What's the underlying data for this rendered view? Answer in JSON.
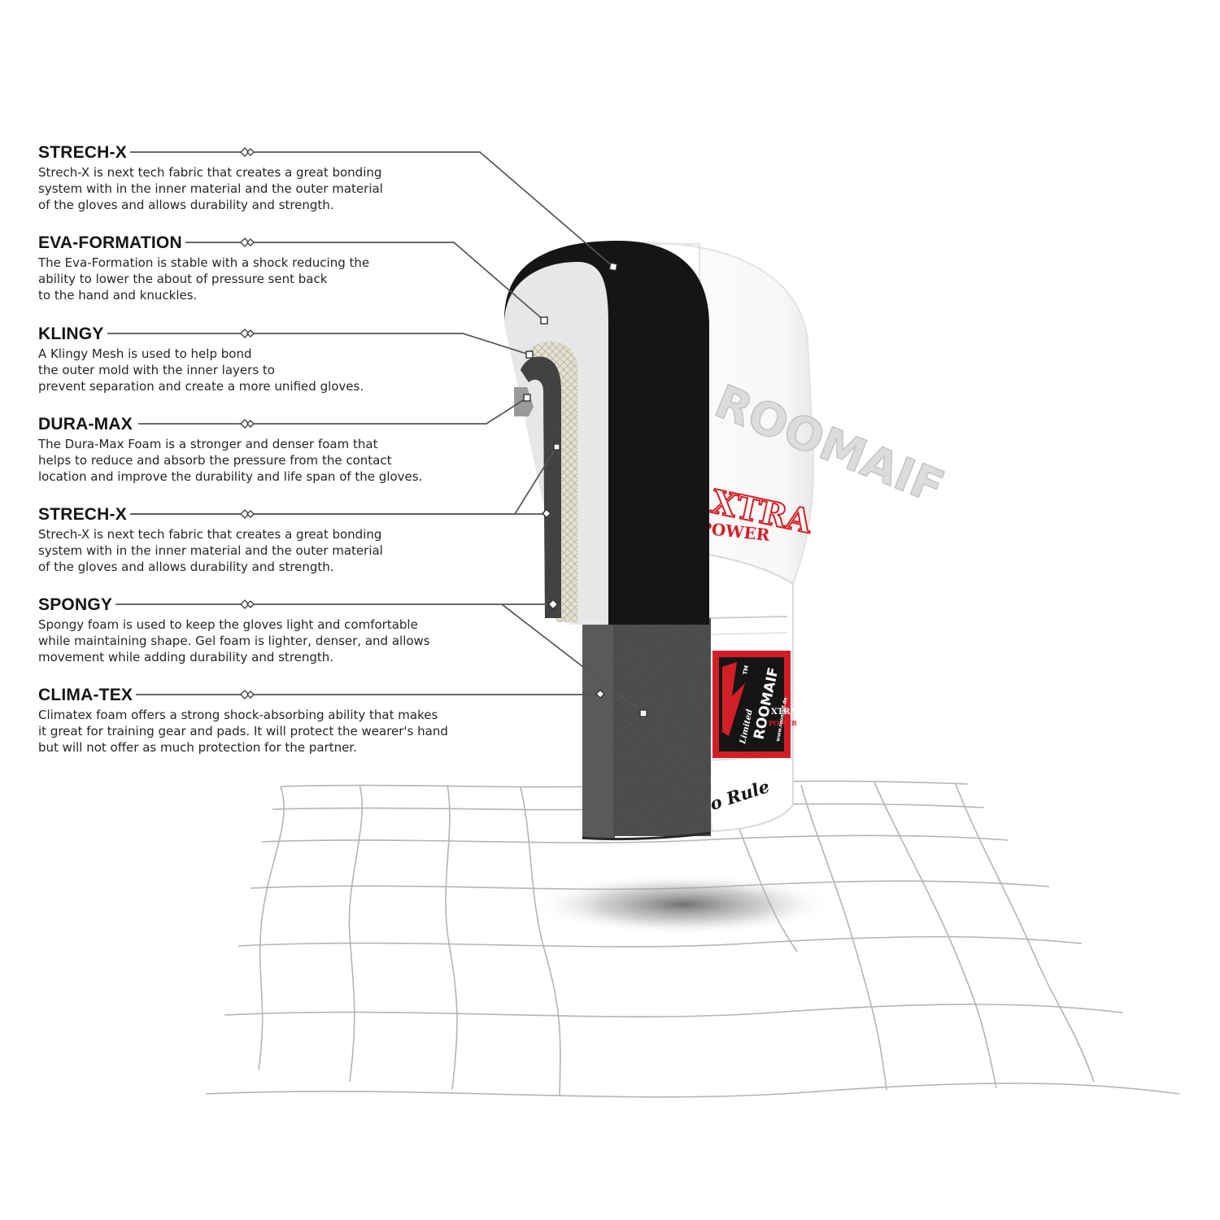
{
  "layers": [
    {
      "title": "STRECH-X",
      "description": "Strech-X is next tech fabric that creates a great bonding\nsystem with in the inner material and the outer material\nof the gloves and allows durability and strength."
    },
    {
      "title": "EVA-FORMATION",
      "description": "The Eva-Formation is stable with a shock reducing the\nability to lower the about of pressure sent back\nto the hand and knuckles."
    },
    {
      "title": "KLINGY",
      "description": "A Klingy Mesh is used to help bond\nthe outer mold with the inner layers to\nprevent separation and create a more unified gloves."
    },
    {
      "title": "DURA-MAX",
      "description": "The Dura-Max Foam is a stronger and denser foam that\nhelps to reduce and absorb the pressure from the contact\nlocation and improve the durability and life span of the gloves."
    },
    {
      "title": "STRECH-X",
      "description": "Strech-X is next tech fabric that creates a great bonding\nsystem with in the inner material and the outer material\nof the gloves and allows durability and strength."
    },
    {
      "title": "SPONGY",
      "description": "Spongy foam is used to keep the gloves light and comfortable\nwhile maintaining shape. Gel foam is lighter, denser, and allows\nmovement while adding durability and strength."
    },
    {
      "title": "CLIMA-TEX",
      "description": "Climatex foam offers a strong shock-absorbing ability that makes\nit great for training gear and pads. It will protect the wearer's hand\nbut will not offer as much protection for the partner."
    }
  ],
  "glove_print": {
    "brand_back": "ROOMAIF",
    "model_back": "XTRA",
    "model_sub_back": "POWER",
    "label_brand": "ROOMAIF",
    "label_tm": "TM",
    "label_script": "Limited",
    "label_model": "XTRA",
    "label_sub": "POWER",
    "label_web": "www.roomaif.de",
    "cuff_script": "o Rule"
  },
  "colors": {
    "outer_shell": "#151515",
    "eva_foam": "#e7e7e7",
    "klingy_mesh": "#dcd9cc",
    "foam_dark": "#3a3a3a",
    "leader_line": "#555555",
    "grid_line": "#b4b4b4",
    "brand_red": "#d21f26"
  }
}
